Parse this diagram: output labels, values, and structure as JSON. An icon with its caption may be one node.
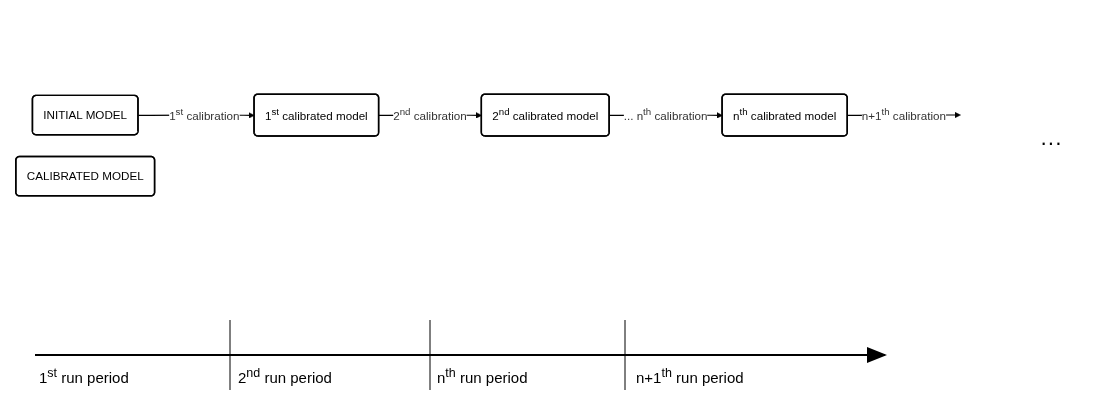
{
  "diagram": {
    "nodes": [
      {
        "text": [
          "INITIAL MODEL"
        ]
      },
      {
        "text": [
          "1$^{st}$ calibrated model"
        ]
      },
      {
        "text": [
          "2$^{nd}$ calibrated model"
        ]
      },
      {
        "text": [
          "n$^{th}$ calibrated model"
        ]
      },
      {
        "text": [
          "CALIBRATED MODEL"
        ]
      }
    ],
    "edges": [
      {
        "from": 0,
        "to": 1,
        "arrow": "to",
        "label": "1$^{st}$ calibration"
      },
      {
        "from": 1,
        "to": 2,
        "arrow": "to",
        "label": "2$^{nd}$ calibration"
      },
      {
        "from": 2,
        "to": 3,
        "arrow": "to",
        "label": "... n$^{th}$ calibration"
      },
      {
        "from": 3,
        "to": null,
        "arrow": "to",
        "label": "n+1$^{th}$ calibration"
      }
    ],
    "labels": [
      "···",
      "1$^{st}$ run period",
      "2$^{nd}$ run period",
      "n$^{th}$ run period",
      "n+1$^{th}$ run period"
    ]
  }
}
